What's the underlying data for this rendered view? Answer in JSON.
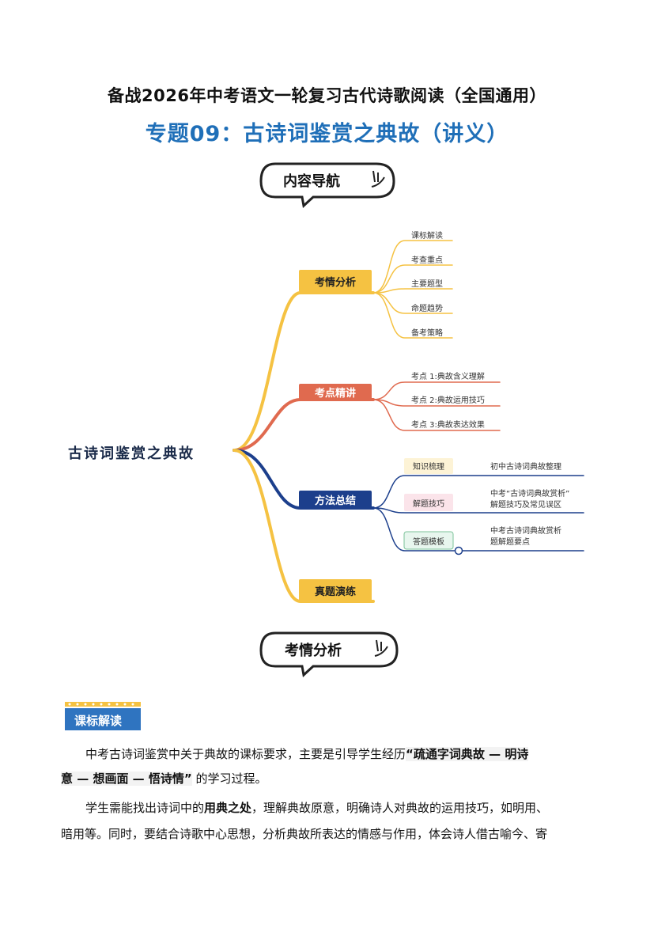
{
  "header": {
    "title": "备战2026年中考语文一轮复习古代诗歌阅读（全国通用）",
    "subtitle": "专题09：古诗词鉴赏之典故（讲义）"
  },
  "nav_bubble": {
    "label": "内容导航"
  },
  "mindmap": {
    "center": "古诗词鉴赏之典故",
    "branch1": {
      "label": "考情分析",
      "color": "#f5c242",
      "items": [
        "课标解读",
        "考查重点",
        "主要题型",
        "命题趋势",
        "备考策略"
      ]
    },
    "branch2": {
      "label": "考点精讲",
      "color": "#e06a4f",
      "items": [
        "考点 1:典故含义理解",
        "考点 2:典故运用技巧",
        "考点 3:典故表达效果"
      ]
    },
    "branch3": {
      "label": "方法总结",
      "color": "#1c3f8c",
      "items": [
        {
          "tag": "知识梳理",
          "text1": "初中古诗词典故整理",
          "text2": ""
        },
        {
          "tag": "解题技巧",
          "text1": "中考“古诗词典故赏析”",
          "text2": "解题技巧及常见误区"
        },
        {
          "tag": "答题模板",
          "text1": "中考古诗词典故赏析",
          "text2": "题解题要点"
        }
      ]
    },
    "branch4": {
      "label": "真题演练",
      "color": "#f5c242"
    }
  },
  "section_bubble": {
    "label": "考情分析"
  },
  "badge": {
    "label": "课标解读"
  },
  "paragraph1": {
    "p1": "中考古诗词鉴赏中关于典故的课标要求，主要是引导学生经历",
    "b1": "“疏通字词典故 — 明诗",
    "b2": "意 — 想画面 — 悟诗情”",
    "p2": "的学习过程。"
  },
  "paragraph2": {
    "p1": "学生需能找出诗词中的",
    "b1": "用典之处",
    "p2": "，理解典故原意，明确诗人对典故的运用技巧，如明用、",
    "p3": "暗用等。同时，要结合诗歌中心思想，分析典故所表达的情感与作用，体会诗人借古喻今、寄"
  }
}
